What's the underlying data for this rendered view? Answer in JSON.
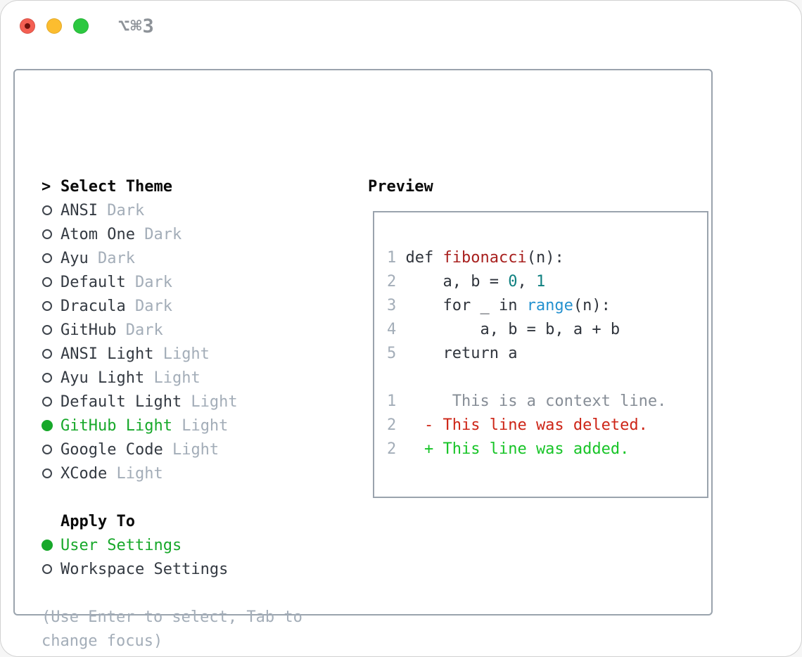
{
  "window": {
    "title": "⌥⌘3",
    "traffic_lights": [
      "close",
      "minimize",
      "zoom"
    ]
  },
  "theme_panel": {
    "header_marker": ">",
    "header": "Select Theme",
    "items": [
      {
        "name": "ANSI",
        "tag": "Dark",
        "selected": false
      },
      {
        "name": "Atom One",
        "tag": "Dark",
        "selected": false
      },
      {
        "name": "Ayu",
        "tag": "Dark",
        "selected": false
      },
      {
        "name": "Default",
        "tag": "Dark",
        "selected": false
      },
      {
        "name": "Dracula",
        "tag": "Dark",
        "selected": false
      },
      {
        "name": "GitHub",
        "tag": "Dark",
        "selected": false
      },
      {
        "name": "ANSI Light",
        "tag": "Light",
        "selected": false
      },
      {
        "name": "Ayu Light",
        "tag": "Light",
        "selected": false
      },
      {
        "name": "Default Light",
        "tag": "Light",
        "selected": false
      },
      {
        "name": "GitHub Light",
        "tag": "Light",
        "selected": true
      },
      {
        "name": "Google Code",
        "tag": "Light",
        "selected": false
      },
      {
        "name": "XCode",
        "tag": "Light",
        "selected": false
      }
    ],
    "apply_to": {
      "header": "Apply To",
      "options": [
        {
          "label": "User Settings",
          "selected": true
        },
        {
          "label": "Workspace Settings",
          "selected": false
        }
      ]
    },
    "hint_lines": [
      "(Use Enter to select, Tab to",
      "change focus)"
    ]
  },
  "preview": {
    "header": "Preview",
    "code_lines": [
      {
        "tokens": [
          [
            "1 ",
            "num"
          ],
          [
            "def ",
            "fg"
          ],
          [
            "fibonacci",
            "red"
          ],
          [
            "(n):",
            "fg"
          ]
        ]
      },
      {
        "tokens": [
          [
            "2 ",
            "num"
          ],
          [
            "    a, b = ",
            "fg"
          ],
          [
            "0",
            "teal"
          ],
          [
            ", ",
            "fg"
          ],
          [
            "1",
            "teal"
          ]
        ]
      },
      {
        "tokens": [
          [
            "3 ",
            "num"
          ],
          [
            "    for _ in ",
            "fg"
          ],
          [
            "range",
            "blue"
          ],
          [
            "(n):",
            "fg"
          ]
        ]
      },
      {
        "tokens": [
          [
            "4 ",
            "num"
          ],
          [
            "        a, b = b, a + b",
            "fg"
          ]
        ]
      },
      {
        "tokens": [
          [
            "5 ",
            "num"
          ],
          [
            "    return a",
            "fg"
          ]
        ]
      },
      {
        "tokens": []
      },
      {
        "tokens": [
          [
            "1 ",
            "num"
          ],
          [
            "     This is a context line.",
            "gray"
          ]
        ]
      },
      {
        "tokens": [
          [
            "2 ",
            "num"
          ],
          [
            "  ",
            "fg"
          ],
          [
            "- This line was deleted.",
            "delred"
          ]
        ]
      },
      {
        "tokens": [
          [
            "2 ",
            "num"
          ],
          [
            "  ",
            "fg"
          ],
          [
            "+ This line was added.",
            "addgreen"
          ]
        ]
      }
    ]
  },
  "colors": {
    "panel-border": "#9aa3ad",
    "fg": "#343a42",
    "header": "#0a0a0a",
    "muted": "#a3adb8",
    "green": "#17a82a",
    "code-red": "#a8201e",
    "code-teal": "#0f8080",
    "code-blue": "#2491cf",
    "ctx-gray": "#868d96",
    "del-red": "#cd2517",
    "add-green": "#17c427",
    "tl-red": "#f45f52",
    "tl-yellow": "#fcbd2f",
    "tl-green": "#2cc840",
    "title-gray": "#8d9298"
  }
}
